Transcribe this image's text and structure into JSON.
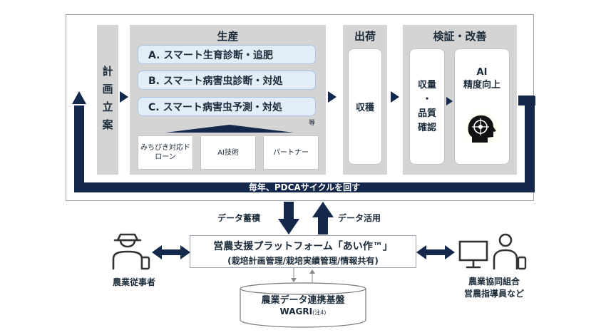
{
  "planning": {
    "label": "計画立案",
    "chars": [
      "計",
      "画",
      "立",
      "案"
    ]
  },
  "production": {
    "title": "生産",
    "items": [
      "A. スマート生育診断・追肥",
      "B. スマート病害虫診断・対処",
      "C. スマート病害虫予測・対処"
    ],
    "etc": "等",
    "supports": [
      "みちびき対応ドローン",
      "AI技術",
      "パートナー"
    ]
  },
  "shipping": {
    "title": "出荷",
    "box": "収穫"
  },
  "verify": {
    "title": "検証・改善",
    "box1_lines": [
      "収量",
      "・",
      "品質",
      "確認"
    ],
    "box2_lines": [
      "AI",
      "精度向上"
    ]
  },
  "cycle_label": "毎年、PDCAサイクルを回す",
  "flows": {
    "down_label": "データ蓄積",
    "up_label": "データ活用"
  },
  "platform": {
    "line1": "営農支援プラットフォーム「あい作™」",
    "line2": "(栽培計画管理/栽培実績管理/情報共有)"
  },
  "wagri": {
    "line1": "農業データ連携基盤",
    "line2": "WAGRI",
    "note": "(注4)"
  },
  "actors": {
    "farmer": "農業従事者",
    "coop_line1": "農業協同組合",
    "coop_line2": "営農指導員など"
  },
  "colors": {
    "navy": "#14284b",
    "panel_gray": "#d4d4d4",
    "pill_fill": "#e3edf8",
    "glow": "#fffcc0"
  },
  "icons": [
    "farmer-icon",
    "smartphone-icon",
    "computer-monitor-icon",
    "person-icon",
    "ai-head-icon"
  ]
}
